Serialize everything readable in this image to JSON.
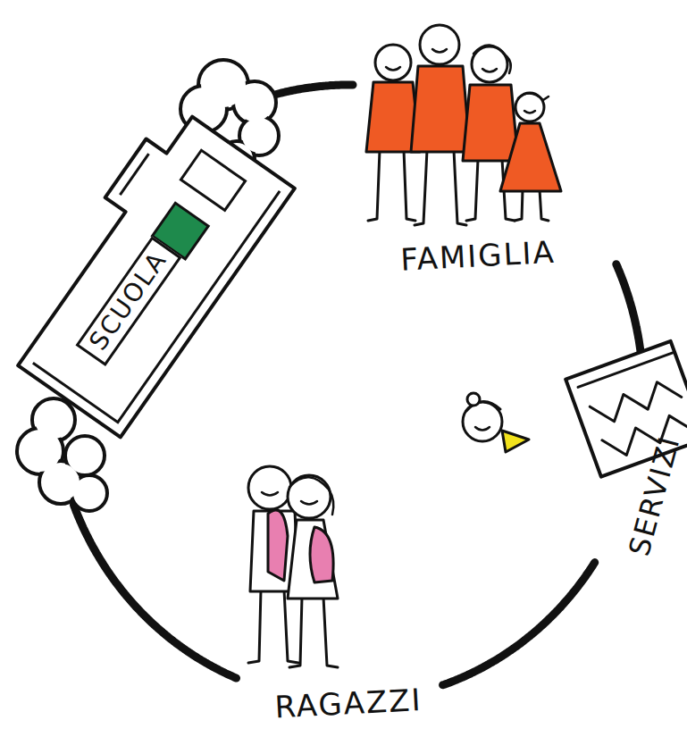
{
  "diagram": {
    "nodes": [
      {
        "text": [
          "SCUOLA"
        ]
      },
      {
        "text": [
          "FAMIGLIA"
        ]
      },
      {
        "text": [
          "SERVIZI"
        ]
      },
      {
        "text": [
          "RAGAZZI"
        ]
      }
    ],
    "edges": [
      {
        "from": 0,
        "to": 1,
        "arrow": "none"
      },
      {
        "from": 1,
        "to": 2,
        "arrow": "none"
      },
      {
        "from": 2,
        "to": 3,
        "arrow": "none"
      },
      {
        "from": 3,
        "to": 0,
        "arrow": "none"
      }
    ]
  }
}
